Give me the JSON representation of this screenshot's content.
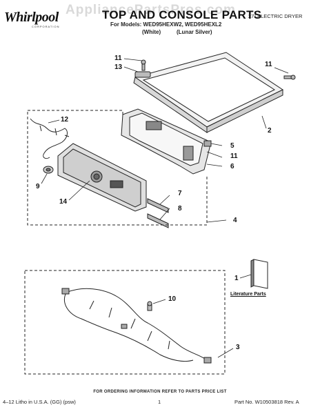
{
  "header": {
    "brand": "Whirlpool",
    "brand_sub": "CORPORATION",
    "title": "TOP AND CONSOLE PARTS",
    "product": "27\" ELECTRIC DRYER",
    "models_line": "For Models: WED95HEXW2, WED95HEXL2",
    "color_white": "(White)",
    "color_silver": "(Lunar Silver)"
  },
  "watermark": "AppliancePartsPros.com",
  "callouts": {
    "c11a": "11",
    "c13": "13",
    "c11b": "11",
    "c2": "2",
    "c12": "12",
    "c5": "5",
    "c11c": "11",
    "c6": "6",
    "c9": "9",
    "c7": "7",
    "c14": "14",
    "c8": "8",
    "c4": "4",
    "c1": "1",
    "c10": "10",
    "c3": "3"
  },
  "literature_label": "Literature Parts",
  "ordering_note": "FOR ORDERING INFORMATION REFER TO PARTS PRICE LIST",
  "footer": {
    "left": "4–12 Litho in U.S.A. (GG) (psw)",
    "center": "1",
    "right": "Part No. W10503818 Rev. A"
  }
}
